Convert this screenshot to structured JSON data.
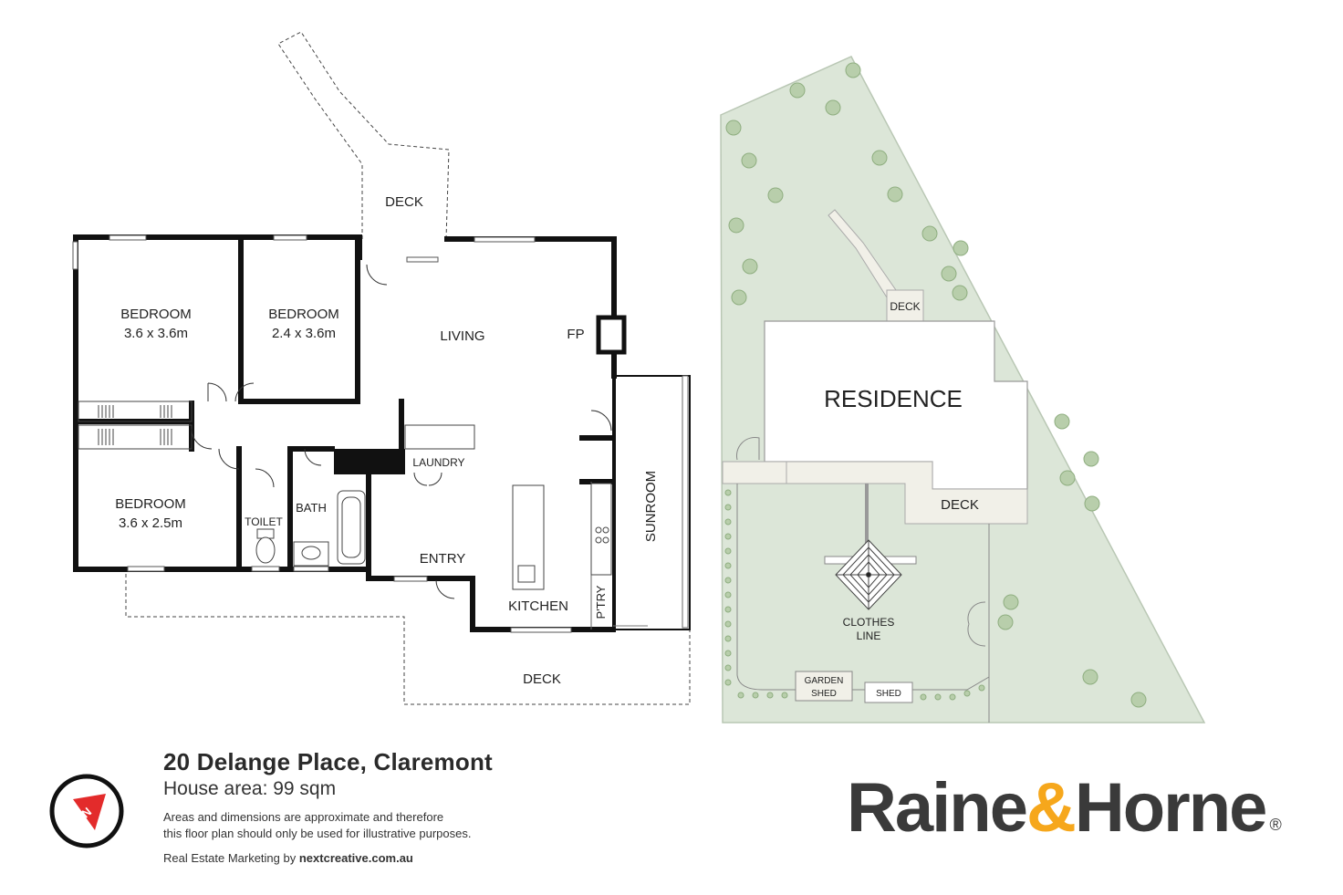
{
  "rooms": {
    "bedroom1_name": "BEDROOM",
    "bedroom1_size": "3.6 x 3.6m",
    "bedroom2_name": "BEDROOM",
    "bedroom2_size": "2.4 x 3.6m",
    "bedroom3_name": "BEDROOM",
    "bedroom3_size": "3.6 x 2.5m",
    "living": "LIVING",
    "fireplace": "FP",
    "laundry": "LAUNDRY",
    "bath": "BATH",
    "toilet": "TOILET",
    "entry": "ENTRY",
    "kitchen": "KITCHEN",
    "pantry": "P'TRY",
    "sunroom": "SUNROOM",
    "deck_top": "DECK",
    "deck_bottom": "DECK"
  },
  "site": {
    "residence": "RESIDENCE",
    "deck_top": "DECK",
    "deck_side": "DECK",
    "clothes_line_1": "CLOTHES",
    "clothes_line_2": "LINE",
    "garden_shed_1": "GARDEN",
    "garden_shed_2": "SHED",
    "shed": "SHED"
  },
  "footer": {
    "address": "20 Delange Place, Claremont",
    "house_area": "House area: 99 sqm",
    "disclaimer_1": "Areas and dimensions are approximate and therefore",
    "disclaimer_2": "this floor plan should only be used for illustrative purposes.",
    "credit_prefix": "Real Estate Marketing by ",
    "credit_site": "nextcreative.com.au"
  },
  "brand": {
    "part1": "Raine",
    "amp": "&",
    "part2": "Horne",
    "reg": "®"
  },
  "colors": {
    "wall": "#111111",
    "lawn": "#dce6d8",
    "paving": "#f1f0e8",
    "tree": "#b8ceab",
    "brand_grey": "#3a3a3a",
    "brand_orange": "#f6a71c",
    "compass_red": "#e32b2b"
  },
  "icons": [
    "compass-icon",
    "tree-icon",
    "wardrobe-icon",
    "toilet-icon",
    "basin-icon",
    "bathtub-icon",
    "sink-icon",
    "cooktop-icon",
    "clothes-line-icon",
    "door-swing-icon"
  ]
}
